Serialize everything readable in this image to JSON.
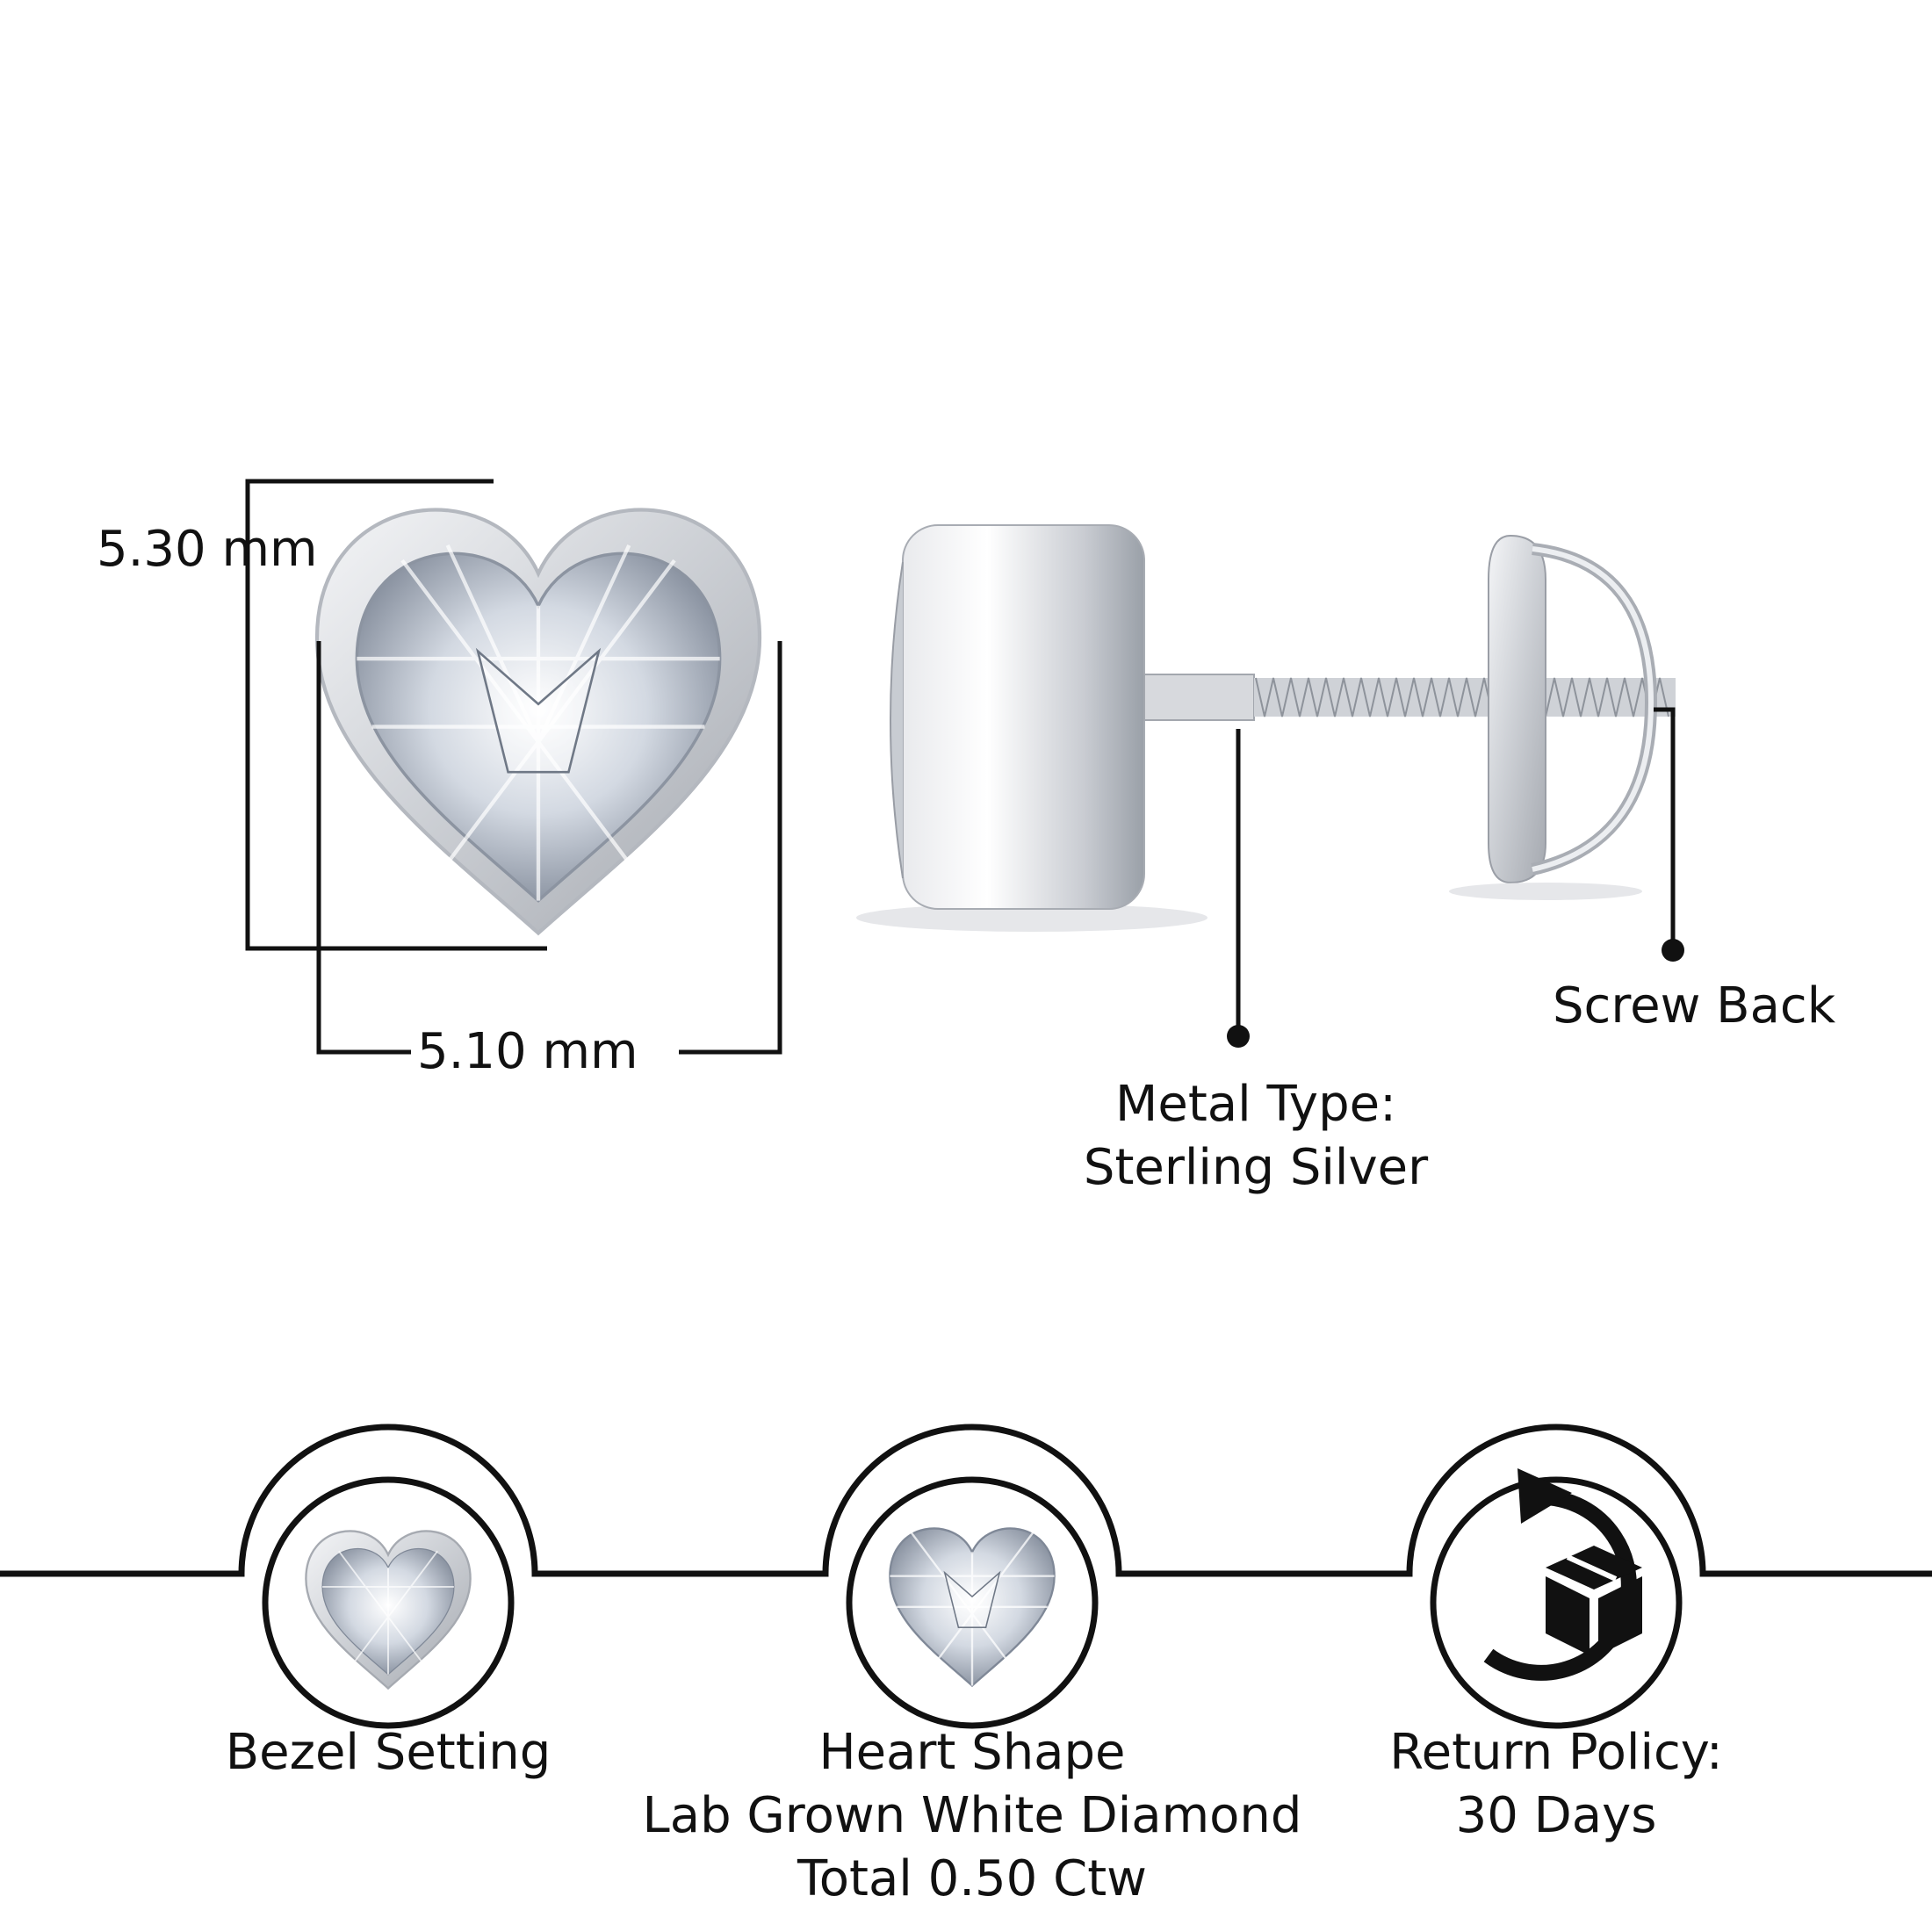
{
  "dimensions": {
    "height_label": "5.30 mm",
    "width_label": "5.10 mm"
  },
  "callouts": {
    "metal_type_line1": "Metal Type:",
    "metal_type_line2": "Sterling Silver",
    "screw_back": "Screw Back"
  },
  "features": [
    {
      "icon": "bezel-heart-icon",
      "lines": [
        "Bezel Setting"
      ]
    },
    {
      "icon": "heart-diamond-icon",
      "lines": [
        "Heart Shape",
        "Lab Grown White Diamond",
        "Total 0.50 Ctw"
      ]
    },
    {
      "icon": "return-box-icon",
      "lines": [
        "Return Policy:",
        "30 Days"
      ]
    }
  ],
  "colors": {
    "line": "#111111",
    "metal": "#d9dadd",
    "metal_dark": "#9ea1a8",
    "gem": "#c4ccd8"
  }
}
